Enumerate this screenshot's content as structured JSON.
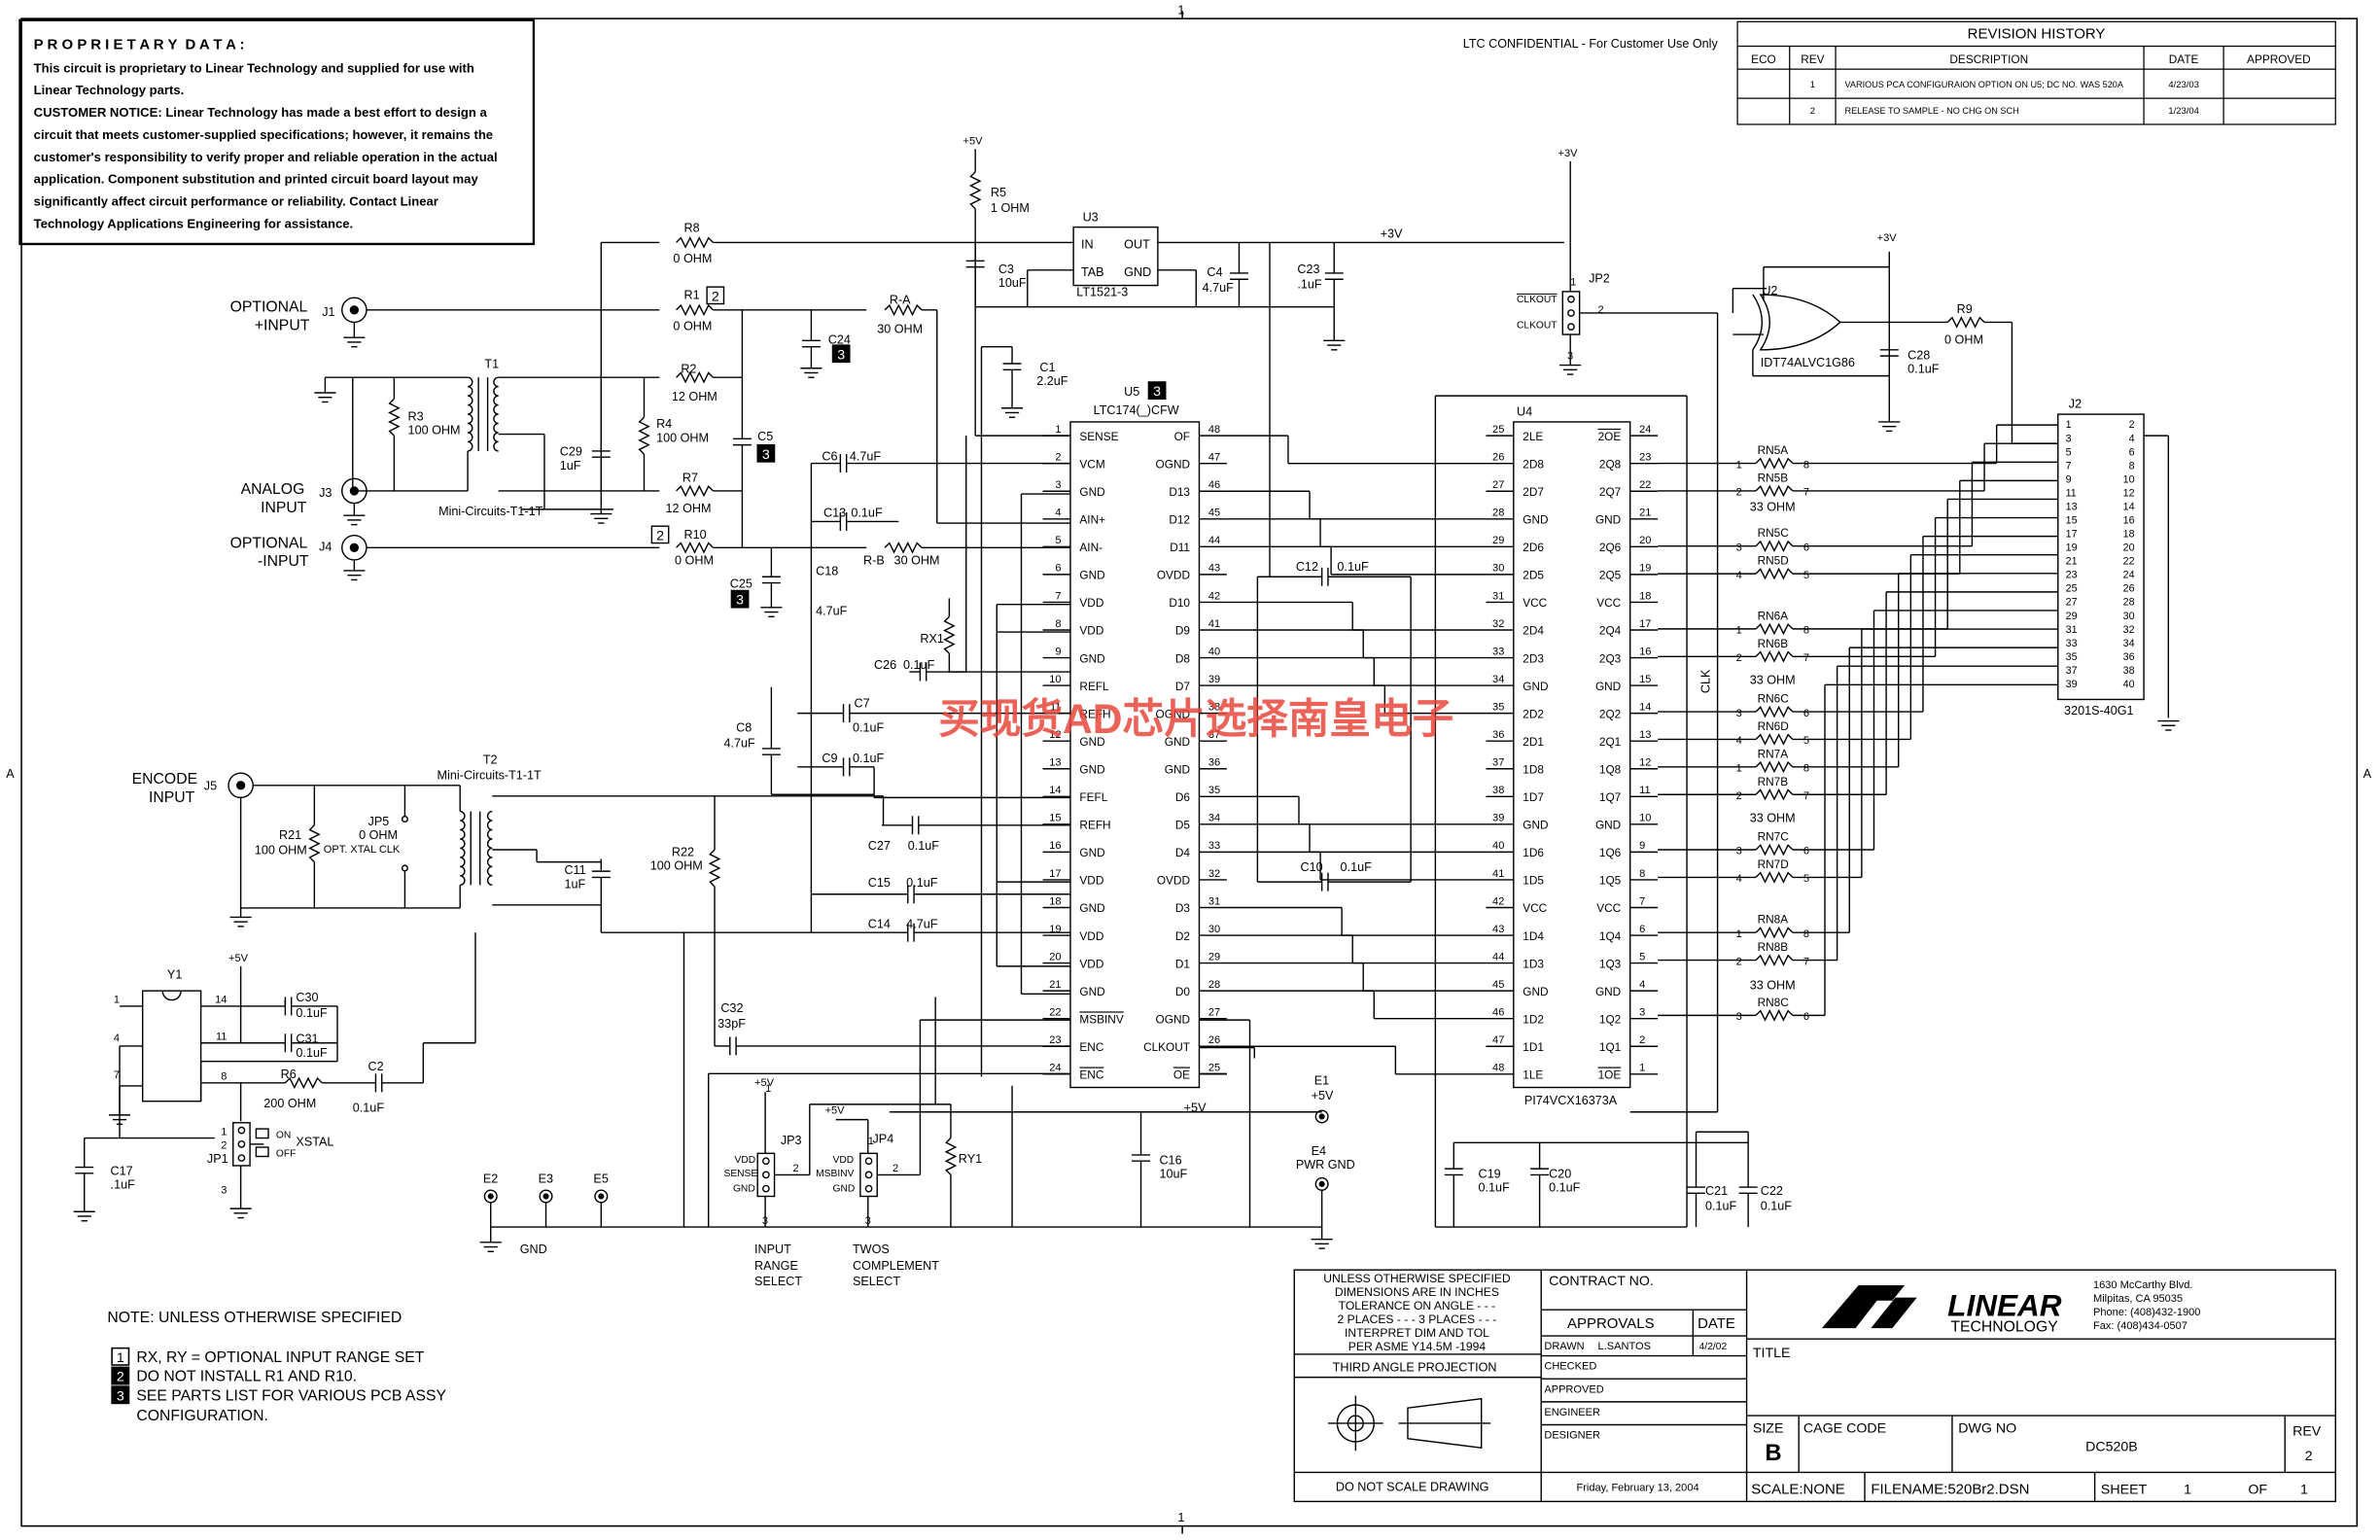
{
  "frame": {
    "zone_top": "1",
    "zone_bottom": "1",
    "zone_left": "A",
    "zone_right": "A",
    "confidential": "LTC CONFIDENTIAL - For Customer Use Only"
  },
  "proprietary": {
    "heading": "P R O P R I E T A R Y  D A T A :",
    "lines": [
      "This circuit is proprietary to Linear Technology and supplied for use with",
      "Linear Technology parts.",
      "CUSTOMER NOTICE:  Linear Technology has made a best effort to design a",
      "circuit that meets customer-supplied specifications; however, it remains the",
      "customer's responsibility to verify proper and reliable operation in the actual",
      "application.  Component substitution and printed circuit board layout may",
      "significantly affect circuit performance or reliability.  Contact Linear",
      "Technology Applications Engineering for assistance."
    ]
  },
  "revision_history": {
    "title": "REVISION HISTORY",
    "headers": [
      "ECO",
      "REV",
      "DESCRIPTION",
      "DATE",
      "APPROVED"
    ],
    "rows": [
      [
        "",
        "1",
        "VARIOUS PCA CONFIGURAION OPTION ON U5; DC NO. WAS 520A",
        "4/23/03",
        ""
      ],
      [
        "",
        "2",
        "RELEASE TO SAMPLE - NO CHG ON SCH",
        "1/23/04",
        ""
      ]
    ]
  },
  "labels": {
    "opt_plus_1": "OPTIONAL",
    "opt_plus_2": "+INPUT",
    "analog_1": "ANALOG",
    "analog_2": "INPUT",
    "opt_minus_1": "OPTIONAL",
    "opt_minus_2": "-INPUT",
    "encode_1": "ENCODE",
    "encode_2": "INPUT",
    "j1": "J1",
    "j3": "J3",
    "j4": "J4",
    "j5": "J5",
    "j2": "J2",
    "t1": "T1",
    "t1_part": "Mini-Circuits-T1-1T",
    "t2": "T2",
    "t2_part": "Mini-Circuits-T1-1T",
    "r8": "R8",
    "r8v": "0 OHM",
    "r1": "R1",
    "r1v": "0 OHM",
    "ra": "R-A",
    "rav": "30 OHM",
    "r2": "R2",
    "r2v": "12 OHM",
    "r3": "R3",
    "r3v": "100 OHM",
    "r4": "R4",
    "r4v": "100 OHM",
    "r7": "R7",
    "r7v": "12 OHM",
    "r10": "R10",
    "r10v": "0 OHM",
    "rb": "R-B",
    "rbv": "30 OHM",
    "r5": "R5",
    "r5v": "1 OHM",
    "r9": "R9",
    "r9v": "0 OHM",
    "r21": "R21",
    "r21v": "100 OHM",
    "r22": "R22",
    "r22v": "100 OHM",
    "r6": "R6",
    "r6v": "200 OHM",
    "rx1": "RX1",
    "ry1": "RY1",
    "jp5": "JP5",
    "jp5v": "0 OHM",
    "jp5n": "OPT. XTAL CLK",
    "c29": "C29",
    "c29v": "1uF",
    "c24": "C24",
    "c5": "C5",
    "c25": "C25",
    "c3": "C3",
    "c3v": "10uF",
    "c4": "C4",
    "c4v": "4.7uF",
    "c23": "C23",
    "c23v": ".1uF",
    "c1": "C1",
    "c1v": "2.2uF",
    "c6": "C6",
    "c6v": "4.7uF",
    "c13": "C13",
    "c13v": "0.1uF",
    "c18": "C18",
    "c18v": "4.7uF",
    "c26": "C26",
    "c26v": "0.1uF",
    "c7": "C7",
    "c7v": "0.1uF",
    "c8": "C8",
    "c8v": "4.7uF",
    "c9": "C9",
    "c9v": "0.1uF",
    "c27": "C27",
    "c27v": "0.1uF",
    "c15": "C15",
    "c15v": "0.1uF",
    "c14": "C14",
    "c14v": "4.7uF",
    "c32": "C32",
    "c32v": "33pF",
    "c11": "C11",
    "c11v": "1uF",
    "c12": "C12",
    "c12v": "0.1uF",
    "c10": "C10",
    "c10v": "0.1uF",
    "c16": "C16",
    "c16v": "10uF",
    "c28": "C28",
    "c28v": "0.1uF",
    "c19": "C19",
    "c19v": "0.1uF",
    "c20": "C20",
    "c20v": "0.1uF",
    "c21": "C21",
    "c21v": "0.1uF",
    "c22": "C22",
    "c22v": "0.1uF",
    "c30": "C30",
    "c30v": "0.1uF",
    "c31": "C31",
    "c31v": "0.1uF",
    "c2": "C2",
    "c2v": "0.1uF",
    "c17": "C17",
    "c17v": ".1uF",
    "u3": "U3",
    "u3_part": "LT1521-3",
    "u3_in": "IN",
    "u3_out": "OUT",
    "u3_tab": "TAB",
    "u3_gnd": "GND",
    "u5": "U5",
    "u5_part": "LTC174(_)CFW",
    "u4": "U4",
    "u4_part": "PI74VCX16373A",
    "u2": "U2",
    "u2_part": "IDT74ALVC1G86",
    "y1": "Y1",
    "jp1": "JP1",
    "jp2": "JP2",
    "jp3": "JP3",
    "jp4": "JP4",
    "on": "ON",
    "off": "OFF",
    "xstal": "XSTAL",
    "clkout_bar": "CLKOUT",
    "clkout": "CLKOUT",
    "vdd": "VDD",
    "sense": "SENSE",
    "gnd": "GND",
    "msbinv": "MSBINV",
    "input_range_1": "INPUT",
    "input_range_2": "RANGE",
    "input_range_3": "SELECT",
    "twos_1": "TWOS",
    "twos_2": "COMPLEMENT",
    "twos_3": "SELECT",
    "p5v": "+5V",
    "p3v": "+3V",
    "e1": "E1",
    "e1v": "+5V",
    "e4": "E4",
    "e4v": "PWR GND",
    "e2": "E2",
    "e3": "E3",
    "e5": "E5",
    "gnd_label": "GND",
    "clk": "CLK",
    "j2_part": "3201S-40G1",
    "rn33_a": "33 OHM",
    "rn33_b": "33 OHM",
    "rn33_c": "33 OHM",
    "rn33_d": "33 OHM",
    "box2": "2",
    "box3": "3"
  },
  "u5_pins_left": [
    [
      "1",
      "SENSE"
    ],
    [
      "2",
      "VCM"
    ],
    [
      "3",
      "GND"
    ],
    [
      "4",
      "AIN+"
    ],
    [
      "5",
      "AIN-"
    ],
    [
      "6",
      "GND"
    ],
    [
      "7",
      "VDD"
    ],
    [
      "8",
      "VDD"
    ],
    [
      "9",
      "GND"
    ],
    [
      "10",
      "REFL"
    ],
    [
      "11",
      "REFH"
    ],
    [
      "12",
      "GND"
    ],
    [
      "13",
      "GND"
    ],
    [
      "14",
      "FEFL"
    ],
    [
      "15",
      "REFH"
    ],
    [
      "16",
      "GND"
    ],
    [
      "17",
      "VDD"
    ],
    [
      "18",
      "GND"
    ],
    [
      "19",
      "VDD"
    ],
    [
      "20",
      "VDD"
    ],
    [
      "21",
      "GND"
    ],
    [
      "22",
      "MSBINV"
    ],
    [
      "23",
      "ENC"
    ],
    [
      "24",
      "ENC"
    ]
  ],
  "u5_pins_right": [
    [
      "48",
      "OF"
    ],
    [
      "47",
      "OGND"
    ],
    [
      "46",
      "D13"
    ],
    [
      "45",
      "D12"
    ],
    [
      "44",
      "D11"
    ],
    [
      "43",
      "OVDD"
    ],
    [
      "42",
      "D10"
    ],
    [
      "41",
      "D9"
    ],
    [
      "40",
      "D8"
    ],
    [
      "39",
      "D7"
    ],
    [
      "38",
      "OGND"
    ],
    [
      "37",
      "GND"
    ],
    [
      "36",
      "GND"
    ],
    [
      "35",
      "D6"
    ],
    [
      "34",
      "D5"
    ],
    [
      "33",
      "D4"
    ],
    [
      "32",
      "OVDD"
    ],
    [
      "31",
      "D3"
    ],
    [
      "30",
      "D2"
    ],
    [
      "29",
      "D1"
    ],
    [
      "28",
      "D0"
    ],
    [
      "27",
      "OGND"
    ],
    [
      "26",
      "CLKOUT"
    ],
    [
      "25",
      "OE"
    ]
  ],
  "u4_pins_left": [
    [
      "25",
      "2LE"
    ],
    [
      "26",
      "2D8"
    ],
    [
      "27",
      "2D7"
    ],
    [
      "28",
      "GND"
    ],
    [
      "29",
      "2D6"
    ],
    [
      "30",
      "2D5"
    ],
    [
      "31",
      "VCC"
    ],
    [
      "32",
      "2D4"
    ],
    [
      "33",
      "2D3"
    ],
    [
      "34",
      "GND"
    ],
    [
      "35",
      "2D2"
    ],
    [
      "36",
      "2D1"
    ],
    [
      "37",
      "1D8"
    ],
    [
      "38",
      "1D7"
    ],
    [
      "39",
      "GND"
    ],
    [
      "40",
      "1D6"
    ],
    [
      "41",
      "1D5"
    ],
    [
      "42",
      "VCC"
    ],
    [
      "43",
      "1D4"
    ],
    [
      "44",
      "1D3"
    ],
    [
      "45",
      "GND"
    ],
    [
      "46",
      "1D2"
    ],
    [
      "47",
      "1D1"
    ],
    [
      "48",
      "1LE"
    ]
  ],
  "u4_pins_right": [
    [
      "24",
      "2OE"
    ],
    [
      "23",
      "2Q8"
    ],
    [
      "22",
      "2Q7"
    ],
    [
      "21",
      "GND"
    ],
    [
      "20",
      "2Q6"
    ],
    [
      "19",
      "2Q5"
    ],
    [
      "18",
      "VCC"
    ],
    [
      "17",
      "2Q4"
    ],
    [
      "16",
      "2Q3"
    ],
    [
      "15",
      "GND"
    ],
    [
      "14",
      "2Q2"
    ],
    [
      "13",
      "2Q1"
    ],
    [
      "12",
      "1Q8"
    ],
    [
      "11",
      "1Q7"
    ],
    [
      "10",
      "GND"
    ],
    [
      "9",
      "1Q6"
    ],
    [
      "8",
      "1Q5"
    ],
    [
      "7",
      "VCC"
    ],
    [
      "6",
      "1Q4"
    ],
    [
      "5",
      "1Q3"
    ],
    [
      "4",
      "GND"
    ],
    [
      "3",
      "1Q2"
    ],
    [
      "2",
      "1Q1"
    ],
    [
      "1",
      "1OE"
    ]
  ],
  "rn_array": [
    [
      "RN5A",
      "1",
      "8"
    ],
    [
      "RN5B",
      "2",
      "7"
    ],
    [
      "RN5C",
      "3",
      "6"
    ],
    [
      "RN5D",
      "4",
      "5"
    ],
    [
      "RN6A",
      "1",
      "8"
    ],
    [
      "RN6B",
      "2",
      "7"
    ],
    [
      "RN6C",
      "3",
      "6"
    ],
    [
      "RN6D",
      "4",
      "5"
    ],
    [
      "RN7A",
      "1",
      "8"
    ],
    [
      "RN7B",
      "2",
      "7"
    ],
    [
      "RN7C",
      "3",
      "6"
    ],
    [
      "RN7D",
      "4",
      "5"
    ],
    [
      "RN8A",
      "1",
      "8"
    ],
    [
      "RN8B",
      "2",
      "7"
    ],
    [
      "RN8C",
      "3",
      "6"
    ]
  ],
  "j2_rows": [
    [
      "1",
      "2"
    ],
    [
      "3",
      "4"
    ],
    [
      "5",
      "6"
    ],
    [
      "7",
      "8"
    ],
    [
      "9",
      "10"
    ],
    [
      "11",
      "12"
    ],
    [
      "13",
      "14"
    ],
    [
      "15",
      "16"
    ],
    [
      "17",
      "18"
    ],
    [
      "19",
      "20"
    ],
    [
      "21",
      "22"
    ],
    [
      "23",
      "24"
    ],
    [
      "25",
      "26"
    ],
    [
      "27",
      "28"
    ],
    [
      "29",
      "30"
    ],
    [
      "31",
      "32"
    ],
    [
      "33",
      "34"
    ],
    [
      "35",
      "36"
    ],
    [
      "37",
      "38"
    ],
    [
      "39",
      "40"
    ]
  ],
  "y1_pins": [
    "14",
    "11",
    "8",
    "7",
    "4",
    "1"
  ],
  "jp_pins": [
    "1",
    "2",
    "3"
  ],
  "notes": {
    "title": "NOTE: UNLESS OTHERWISE SPECIFIED",
    "items": [
      [
        "1",
        "RX, RY =  OPTIONAL INPUT RANGE SET"
      ],
      [
        "2",
        "DO NOT INSTALL R1 AND R10."
      ],
      [
        "3",
        "SEE PARTS LIST FOR VARIOUS PCB ASSY"
      ]
    ],
    "item3_cont": "CONFIGURATION."
  },
  "title_block": {
    "spec_lines": [
      "UNLESS OTHERWISE SPECIFIED",
      "DIMENSIONS ARE IN INCHES",
      "TOLERANCE ON ANGLE - - -",
      "2 PLACES - - -    3 PLACES - - -",
      "INTERPRET DIM AND TOL",
      "PER ASME Y14.5M -1994"
    ],
    "third_angle": "THIRD ANGLE PROJECTION",
    "do_not_scale": "DO NOT SCALE DRAWING",
    "date_printed": "Friday, February 13, 2004",
    "contract": "CONTRACT NO.",
    "approvals": "APPROVALS",
    "date": "DATE",
    "drawn": "DRAWN",
    "drawn_by": "L.SANTOS",
    "drawn_date": "4/2/02",
    "checked": "CHECKED",
    "approved": "APPROVED",
    "engineer": "ENGINEER",
    "designer": "DESIGNER",
    "logo_text": "LINEAR",
    "logo_sub": "TECHNOLOGY",
    "address": [
      "1630 McCarthy Blvd.",
      "Milpitas, CA 95035",
      "Phone: (408)432-1900",
      "Fax: (408)434-0507"
    ],
    "title_label": "TITLE",
    "size_label": "SIZE",
    "size_value": "B",
    "cage_code": "CAGE CODE",
    "dwg_no": "DWG NO",
    "dwg_value": "DC520B",
    "rev_label": "REV",
    "rev_value": "2",
    "scale": "SCALE:NONE",
    "filename": "FILENAME:520Br2.DSN",
    "sheet": "SHEET",
    "sheet_no": "1",
    "of": "OF",
    "sheet_total": "1"
  },
  "watermark": "买现货AD芯片选择南皇电子",
  "colors": {
    "watermark": "#e8473b",
    "ink": "#000000"
  }
}
